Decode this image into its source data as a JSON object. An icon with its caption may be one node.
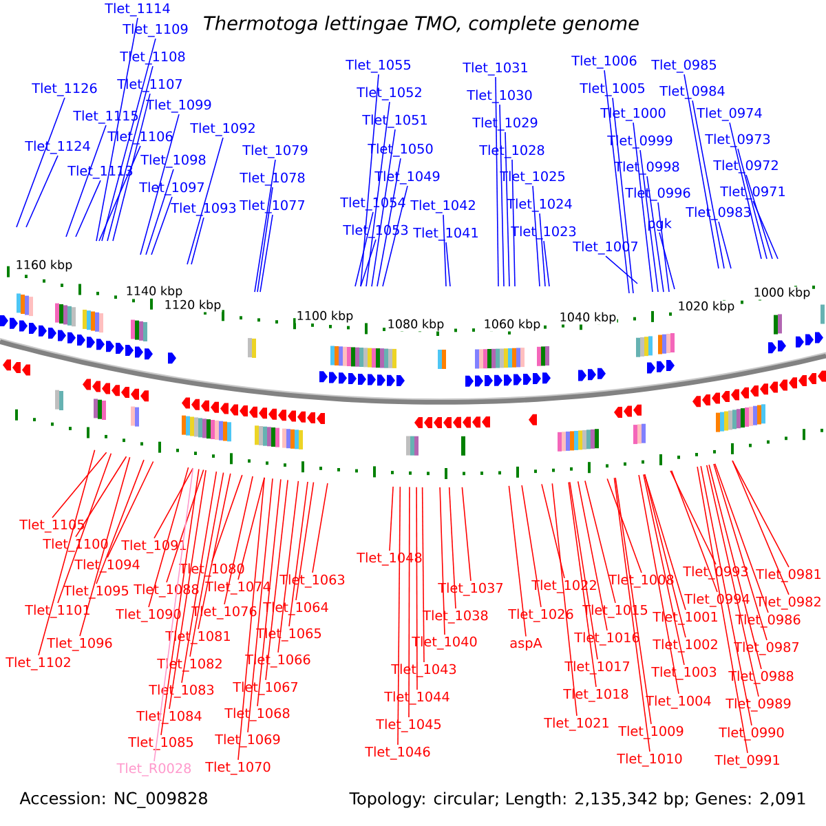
{
  "diagram": {
    "title": "*Thermotoga lettingae* TMO, complete genome",
    "nodes": [
      {
        "text": [
          "Tlet_1114"
        ]
      },
      {
        "text": [
          "Tlet_1109"
        ]
      },
      {
        "text": [
          "Tlet_1108"
        ]
      },
      {
        "text": [
          "Tlet_1107"
        ]
      },
      {
        "text": [
          "Tlet_1126"
        ]
      },
      {
        "text": [
          "Tlet_1115"
        ]
      },
      {
        "text": [
          "Tlet_1099"
        ]
      },
      {
        "text": [
          "Tlet_1106"
        ]
      },
      {
        "text": [
          "Tlet_1092"
        ]
      },
      {
        "text": [
          "Tlet_1124"
        ]
      },
      {
        "text": [
          "Tlet_1113"
        ]
      },
      {
        "text": [
          "Tlet_1098"
        ]
      },
      {
        "text": [
          "Tlet_1079"
        ]
      },
      {
        "text": [
          "Tlet_1097"
        ]
      },
      {
        "text": [
          "Tlet_1093"
        ]
      },
      {
        "text": [
          "Tlet_1078"
        ]
      },
      {
        "text": [
          "Tlet_1077"
        ]
      },
      {
        "text": [
          "Tlet_1055"
        ]
      },
      {
        "text": [
          "Tlet_1052"
        ]
      },
      {
        "text": [
          "Tlet_1051"
        ]
      },
      {
        "text": [
          "Tlet_1050"
        ]
      },
      {
        "text": [
          "Tlet_1049"
        ]
      },
      {
        "text": [
          "Tlet_1054"
        ]
      },
      {
        "text": [
          "Tlet_1053"
        ]
      },
      {
        "text": [
          "Tlet_1042"
        ]
      },
      {
        "text": [
          "Tlet_1041"
        ]
      },
      {
        "text": [
          "Tlet_1031"
        ]
      },
      {
        "text": [
          "Tlet_1030"
        ]
      },
      {
        "text": [
          "Tlet_1029"
        ]
      },
      {
        "text": [
          "Tlet_1028"
        ]
      },
      {
        "text": [
          "Tlet_1025"
        ]
      },
      {
        "text": [
          "Tlet_1024"
        ]
      },
      {
        "text": [
          "Tlet_1023"
        ]
      },
      {
        "text": [
          "Tlet_1006"
        ]
      },
      {
        "text": [
          "Tlet_1005"
        ]
      },
      {
        "text": [
          "Tlet_1000"
        ]
      },
      {
        "text": [
          "Tlet_0999"
        ]
      },
      {
        "text": [
          "Tlet_0998"
        ]
      },
      {
        "text": [
          "Tlet_0996"
        ]
      },
      {
        "text": [
          "pgk"
        ]
      },
      {
        "text": [
          "Tlet_1007"
        ]
      },
      {
        "text": [
          "Tlet_0985"
        ]
      },
      {
        "text": [
          "Tlet_0984"
        ]
      },
      {
        "text": [
          "Tlet_0974"
        ]
      },
      {
        "text": [
          "Tlet_0973"
        ]
      },
      {
        "text": [
          "Tlet_0972"
        ]
      },
      {
        "text": [
          "Tlet_0971"
        ]
      },
      {
        "text": [
          "Tlet_0983"
        ]
      },
      {
        "text": [
          "Tlet_1105"
        ]
      },
      {
        "text": [
          "Tlet_1100"
        ]
      },
      {
        "text": [
          "Tlet_1094"
        ]
      },
      {
        "text": [
          "Tlet_1091"
        ]
      },
      {
        "text": [
          "Tlet_1080"
        ]
      },
      {
        "text": [
          "Tlet_1095"
        ]
      },
      {
        "text": [
          "Tlet_1088"
        ]
      },
      {
        "text": [
          "Tlet_1074"
        ]
      },
      {
        "text": [
          "Tlet_1063"
        ]
      },
      {
        "text": [
          "Tlet_1101"
        ]
      },
      {
        "text": [
          "Tlet_1090"
        ]
      },
      {
        "text": [
          "Tlet_1076"
        ]
      },
      {
        "text": [
          "Tlet_1064"
        ]
      },
      {
        "text": [
          "Tlet_1081"
        ]
      },
      {
        "text": [
          "Tlet_1065"
        ]
      },
      {
        "text": [
          "Tlet_1096"
        ]
      },
      {
        "text": [
          "Tlet_1102"
        ]
      },
      {
        "text": [
          "Tlet_1082"
        ]
      },
      {
        "text": [
          "Tlet_1066"
        ]
      },
      {
        "text": [
          "Tlet_1083"
        ]
      },
      {
        "text": [
          "Tlet_1067"
        ]
      },
      {
        "text": [
          "Tlet_1084"
        ]
      },
      {
        "text": [
          "Tlet_1068"
        ]
      },
      {
        "text": [
          "Tlet_1085"
        ]
      },
      {
        "text": [
          "Tlet_1069"
        ]
      },
      {
        "text": [
          "Tlet_R0028"
        ]
      },
      {
        "text": [
          "Tlet_1070"
        ]
      },
      {
        "text": [
          "Tlet_1048"
        ]
      },
      {
        "text": [
          "Tlet_1037"
        ]
      },
      {
        "text": [
          "Tlet_1038"
        ]
      },
      {
        "text": [
          "Tlet_1040"
        ]
      },
      {
        "text": [
          "Tlet_1043"
        ]
      },
      {
        "text": [
          "Tlet_1044"
        ]
      },
      {
        "text": [
          "Tlet_1045"
        ]
      },
      {
        "text": [
          "Tlet_1046"
        ]
      },
      {
        "text": [
          "Tlet_1022"
        ]
      },
      {
        "text": [
          "Tlet_1026"
        ]
      },
      {
        "text": [
          "aspA"
        ]
      },
      {
        "text": [
          "Tlet_1008"
        ]
      },
      {
        "text": [
          "Tlet_1015"
        ]
      },
      {
        "text": [
          "Tlet_1016"
        ]
      },
      {
        "text": [
          "Tlet_1017"
        ]
      },
      {
        "text": [
          "Tlet_1018"
        ]
      },
      {
        "text": [
          "Tlet_1021"
        ]
      },
      {
        "text": [
          "Tlet_1009"
        ]
      },
      {
        "text": [
          "Tlet_1010"
        ]
      },
      {
        "text": [
          "Tlet_0993"
        ]
      },
      {
        "text": [
          "Tlet_0981"
        ]
      },
      {
        "text": [
          "Tlet_0994"
        ]
      },
      {
        "text": [
          "Tlet_0982"
        ]
      },
      {
        "text": [
          "Tlet_1001"
        ]
      },
      {
        "text": [
          "Tlet_0986"
        ]
      },
      {
        "text": [
          "Tlet_1002"
        ]
      },
      {
        "text": [
          "Tlet_0987"
        ]
      },
      {
        "text": [
          "Tlet_1003"
        ]
      },
      {
        "text": [
          "Tlet_0988"
        ]
      },
      {
        "text": [
          "Tlet_1004"
        ]
      },
      {
        "text": [
          "Tlet_0989"
        ]
      },
      {
        "text": [
          "Tlet_0990"
        ]
      },
      {
        "text": [
          "Tlet_0991"
        ]
      }
    ],
    "edges": [
      {
        "from": 0,
        "to": null,
        "arrow": "none",
        "color": "#0000ff"
      },
      {
        "from": 1,
        "to": null,
        "arrow": "none",
        "color": "#0000ff"
      },
      {
        "from": 2,
        "to": null,
        "arrow": "none",
        "color": "#0000ff"
      },
      {
        "from": 3,
        "to": null,
        "arrow": "none",
        "color": "#0000ff"
      },
      {
        "from": 4,
        "to": null,
        "arrow": "none",
        "color": "#0000ff"
      },
      {
        "from": 5,
        "to": null,
        "arrow": "none",
        "color": "#0000ff"
      },
      {
        "from": 6,
        "to": null,
        "arrow": "none",
        "color": "#0000ff"
      },
      {
        "from": 7,
        "to": null,
        "arrow": "none",
        "color": "#0000ff"
      },
      {
        "from": 8,
        "to": null,
        "arrow": "none",
        "color": "#0000ff"
      },
      {
        "from": 9,
        "to": null,
        "arrow": "none",
        "color": "#0000ff"
      },
      {
        "from": 10,
        "to": null,
        "arrow": "none",
        "color": "#0000ff"
      },
      {
        "from": 11,
        "to": null,
        "arrow": "none",
        "color": "#0000ff"
      },
      {
        "from": 12,
        "to": null,
        "arrow": "none",
        "color": "#0000ff"
      },
      {
        "from": 13,
        "to": null,
        "arrow": "none",
        "color": "#0000ff"
      },
      {
        "from": 14,
        "to": null,
        "arrow": "none",
        "color": "#0000ff"
      },
      {
        "from": 15,
        "to": null,
        "arrow": "none",
        "color": "#0000ff"
      },
      {
        "from": 16,
        "to": null,
        "arrow": "none",
        "color": "#0000ff"
      },
      {
        "from": 17,
        "to": null,
        "arrow": "none",
        "color": "#0000ff"
      },
      {
        "from": 18,
        "to": null,
        "arrow": "none",
        "color": "#0000ff"
      },
      {
        "from": 19,
        "to": null,
        "arrow": "none",
        "color": "#0000ff"
      },
      {
        "from": 20,
        "to": null,
        "arrow": "none",
        "color": "#0000ff"
      },
      {
        "from": 21,
        "to": null,
        "arrow": "none",
        "color": "#0000ff"
      },
      {
        "from": 22,
        "to": null,
        "arrow": "none",
        "color": "#0000ff"
      },
      {
        "from": 23,
        "to": null,
        "arrow": "none",
        "color": "#0000ff"
      },
      {
        "from": 24,
        "to": null,
        "arrow": "none",
        "color": "#0000ff"
      },
      {
        "from": 25,
        "to": null,
        "arrow": "none",
        "color": "#0000ff"
      },
      {
        "from": 26,
        "to": null,
        "arrow": "none",
        "color": "#0000ff"
      },
      {
        "from": 27,
        "to": null,
        "arrow": "none",
        "color": "#0000ff"
      },
      {
        "from": 28,
        "to": null,
        "arrow": "none",
        "color": "#0000ff"
      },
      {
        "from": 29,
        "to": null,
        "arrow": "none",
        "color": "#0000ff"
      },
      {
        "from": 30,
        "to": null,
        "arrow": "none",
        "color": "#0000ff"
      },
      {
        "from": 31,
        "to": null,
        "arrow": "none",
        "color": "#0000ff"
      },
      {
        "from": 32,
        "to": null,
        "arrow": "none",
        "color": "#0000ff"
      },
      {
        "from": 33,
        "to": null,
        "arrow": "none",
        "color": "#0000ff"
      },
      {
        "from": 34,
        "to": null,
        "arrow": "none",
        "color": "#0000ff"
      },
      {
        "from": 35,
        "to": null,
        "arrow": "none",
        "color": "#0000ff"
      },
      {
        "from": 36,
        "to": null,
        "arrow": "none",
        "color": "#0000ff"
      },
      {
        "from": 37,
        "to": null,
        "arrow": "none",
        "color": "#0000ff"
      },
      {
        "from": 38,
        "to": null,
        "arrow": "none",
        "color": "#0000ff"
      },
      {
        "from": 39,
        "to": null,
        "arrow": "none",
        "color": "#0000ff"
      },
      {
        "from": 40,
        "to": null,
        "arrow": "none",
        "color": "#0000ff"
      },
      {
        "from": 41,
        "to": null,
        "arrow": "none",
        "color": "#0000ff"
      },
      {
        "from": 42,
        "to": null,
        "arrow": "none",
        "color": "#0000ff"
      },
      {
        "from": 43,
        "to": null,
        "arrow": "none",
        "color": "#0000ff"
      },
      {
        "from": 44,
        "to": null,
        "arrow": "none",
        "color": "#0000ff"
      },
      {
        "from": 45,
        "to": null,
        "arrow": "none",
        "color": "#0000ff"
      },
      {
        "from": 46,
        "to": null,
        "arrow": "none",
        "color": "#0000ff"
      },
      {
        "from": 47,
        "to": null,
        "arrow": "none",
        "color": "#0000ff"
      },
      {
        "from": 48,
        "to": null,
        "arrow": "none"
      },
      {
        "from": 49,
        "to": null,
        "arrow": "none"
      },
      {
        "from": 50,
        "to": null,
        "arrow": "none"
      },
      {
        "from": 51,
        "to": null,
        "arrow": "none"
      },
      {
        "from": 52,
        "to": null,
        "arrow": "none"
      },
      {
        "from": 53,
        "to": null,
        "arrow": "none"
      },
      {
        "from": 54,
        "to": null,
        "arrow": "none"
      },
      {
        "from": 55,
        "to": null,
        "arrow": "none"
      },
      {
        "from": 56,
        "to": null,
        "arrow": "none"
      },
      {
        "from": 57,
        "to": null,
        "arrow": "none"
      },
      {
        "from": 58,
        "to": null,
        "arrow": "none"
      },
      {
        "from": 59,
        "to": null,
        "arrow": "none"
      },
      {
        "from": 60,
        "to": null,
        "arrow": "none"
      },
      {
        "from": 61,
        "to": null,
        "arrow": "none"
      },
      {
        "from": 62,
        "to": null,
        "arrow": "none"
      },
      {
        "from": 63,
        "to": null,
        "arrow": "none"
      },
      {
        "from": 64,
        "to": null,
        "arrow": "none"
      },
      {
        "from": 65,
        "to": null,
        "arrow": "none"
      },
      {
        "from": 66,
        "to": null,
        "arrow": "none"
      },
      {
        "from": 67,
        "to": null,
        "arrow": "none"
      },
      {
        "from": 68,
        "to": null,
        "arrow": "none"
      },
      {
        "from": 69,
        "to": null,
        "arrow": "none"
      },
      {
        "from": 70,
        "to": null,
        "arrow": "none"
      },
      {
        "from": 71,
        "to": null,
        "arrow": "none"
      },
      {
        "from": 72,
        "to": null,
        "arrow": "none"
      },
      {
        "from": 73,
        "to": null,
        "arrow": "none",
        "color": "#ff99cc"
      },
      {
        "from": 74,
        "to": null,
        "arrow": "none"
      },
      {
        "from": 75,
        "to": null,
        "arrow": "none"
      },
      {
        "from": 76,
        "to": null,
        "arrow": "none"
      },
      {
        "from": 77,
        "to": null,
        "arrow": "none"
      },
      {
        "from": 78,
        "to": null,
        "arrow": "none"
      },
      {
        "from": 79,
        "to": null,
        "arrow": "none"
      },
      {
        "from": 80,
        "to": null,
        "arrow": "none"
      },
      {
        "from": 81,
        "to": null,
        "arrow": "none"
      },
      {
        "from": 82,
        "to": null,
        "arrow": "none"
      },
      {
        "from": 83,
        "to": null,
        "arrow": "none"
      },
      {
        "from": 84,
        "to": null,
        "arrow": "none"
      },
      {
        "from": 85,
        "to": null,
        "arrow": "none"
      },
      {
        "from": 86,
        "to": null,
        "arrow": "none"
      },
      {
        "from": 87,
        "to": null,
        "arrow": "none"
      },
      {
        "from": 88,
        "to": null,
        "arrow": "none"
      },
      {
        "from": 89,
        "to": null,
        "arrow": "none"
      },
      {
        "from": 90,
        "to": null,
        "arrow": "none"
      },
      {
        "from": 91,
        "to": null,
        "arrow": "none"
      },
      {
        "from": 92,
        "to": null,
        "arrow": "none"
      },
      {
        "from": 93,
        "to": null,
        "arrow": "none"
      },
      {
        "from": 94,
        "to": null,
        "arrow": "none"
      },
      {
        "from": 95,
        "to": null,
        "arrow": "none"
      },
      {
        "from": 96,
        "to": null,
        "arrow": "none"
      },
      {
        "from": 97,
        "to": null,
        "arrow": "none"
      },
      {
        "from": 98,
        "to": null,
        "arrow": "none"
      },
      {
        "from": 99,
        "to": null,
        "arrow": "none"
      },
      {
        "from": 100,
        "to": null,
        "arrow": "none"
      },
      {
        "from": 101,
        "to": null,
        "arrow": "none"
      },
      {
        "from": 102,
        "to": null,
        "arrow": "none"
      },
      {
        "from": 103,
        "to": null,
        "arrow": "none"
      },
      {
        "from": 104,
        "to": null,
        "arrow": "none"
      },
      {
        "from": 105,
        "to": null,
        "arrow": "none"
      },
      {
        "from": 106,
        "to": null,
        "arrow": "none"
      },
      {
        "from": 107,
        "to": null,
        "arrow": "none"
      }
    ],
    "labels": [
      "1160 kbp",
      "1140 kbp",
      "1120 kbp",
      "1100 kbp",
      "1080 kbp",
      "1060 kbp",
      "1040 kbp",
      "1020 kbp",
      "1000 kbp",
      "Accession: NC_009828",
      "Topology: circular; Length: 2,135,342 bp; Genes: 2,091"
    ]
  }
}
